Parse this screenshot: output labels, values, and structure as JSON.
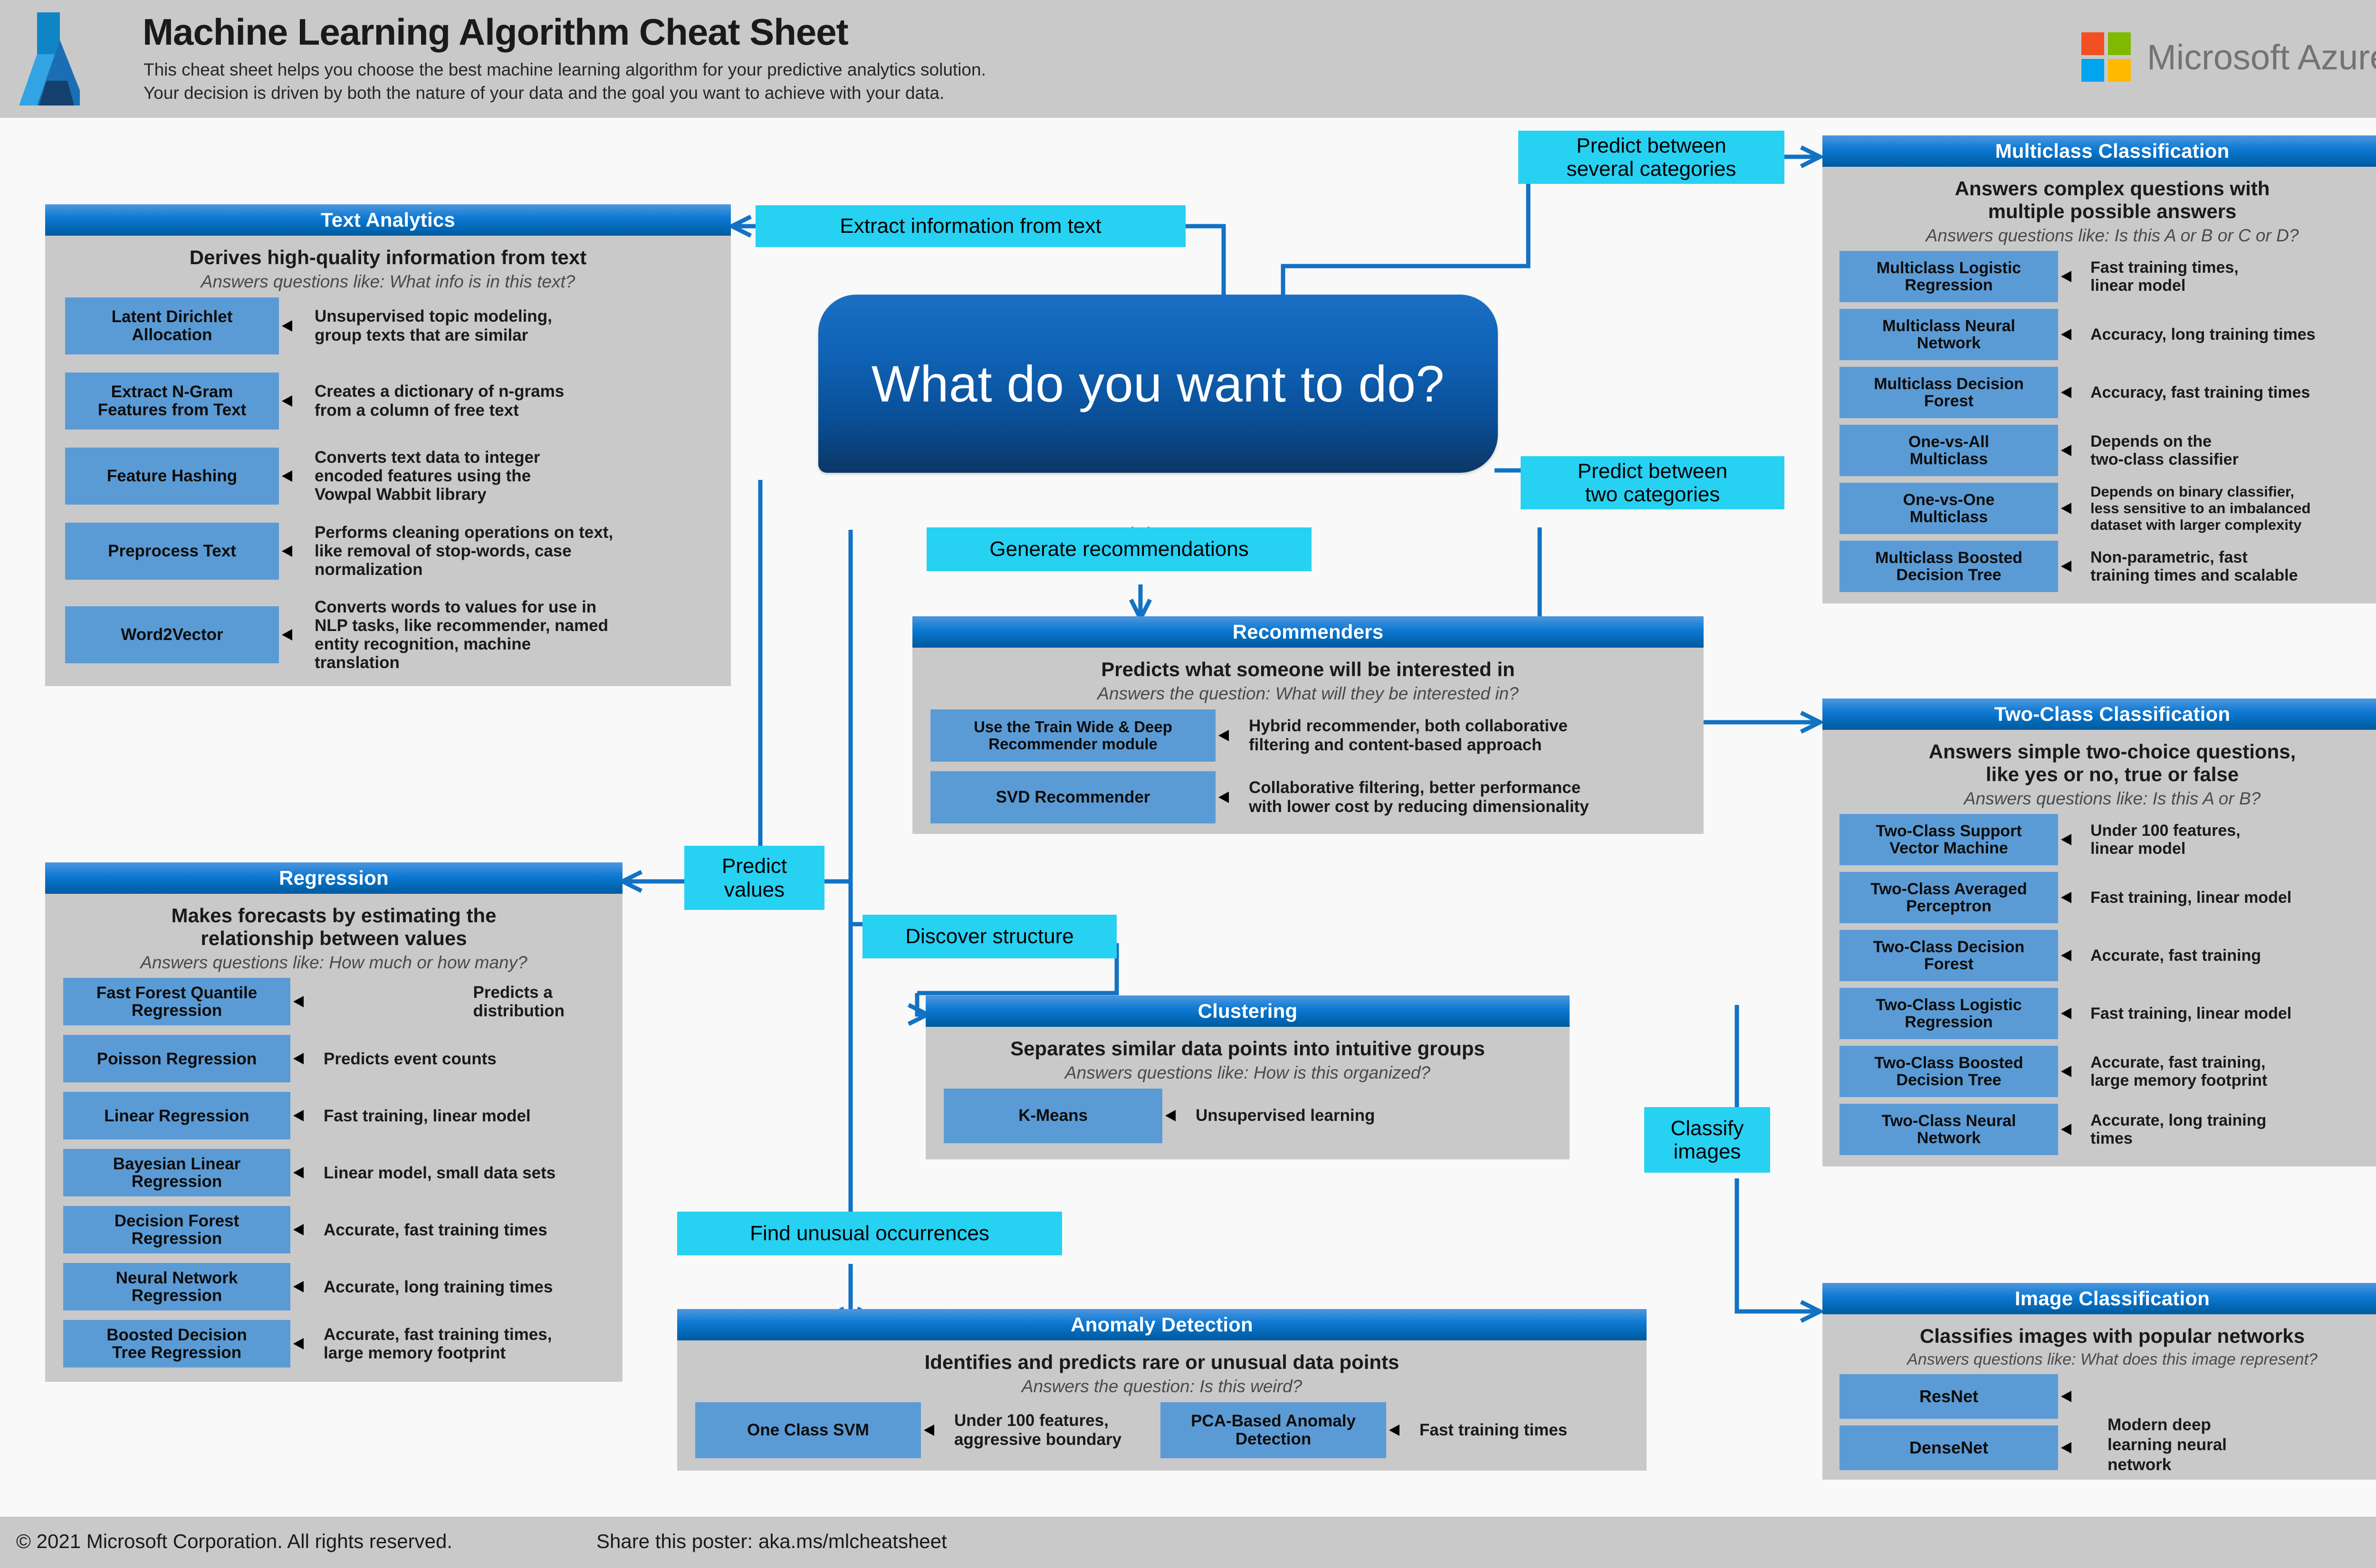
{
  "header": {
    "title": "Machine Learning Algorithm Cheat Sheet",
    "subtitle_line1": "This cheat sheet helps you choose the best machine learning algorithm for your predictive analytics solution.",
    "subtitle_line2": "Your decision is driven by both the nature of your data and the goal you want to achieve with your data.",
    "brand": "Microsoft Azure",
    "logo_icon": "azure-logo-icon",
    "brand_icon": "microsoft-squares-icon"
  },
  "footer": {
    "copyright": "© 2021 Microsoft Corporation. All rights reserved.",
    "share": "Share this poster: aka.ms/mlcheatsheet"
  },
  "central": {
    "question": "What do you want to do?"
  },
  "decisions": {
    "extract_text": "Extract information from text",
    "predict_several": "Predict between\nseveral categories",
    "predict_two": "Predict between\ntwo categories",
    "generate_recs": "Generate recommendations",
    "predict_values": "Predict\nvalues",
    "discover_structure": "Discover structure",
    "find_unusual": "Find unusual occurrences",
    "classify_images": "Classify\nimages"
  },
  "colors": {
    "panel_header_light": "#4f97dd",
    "panel_header_dark": "#005a9e",
    "panel_body": "#c9c9c9",
    "algorithm_box": "#5b9bd5",
    "decision_label": "#27d1f2",
    "connector": "#1272c4",
    "page_background": "#f9f9f9",
    "ms_red": "#f25022",
    "ms_green": "#7fba00",
    "ms_blue": "#00a4ef",
    "ms_yellow": "#ffb900"
  },
  "panels": {
    "text_analytics": {
      "title": "Text Analytics",
      "description": "Derives high-quality information from text",
      "question": "Answers questions like: What info is in this text?",
      "algorithms": [
        {
          "name": "Latent Dirichlet\nAllocation",
          "note": "Unsupervised topic modeling,\ngroup texts that are similar"
        },
        {
          "name": "Extract N-Gram\nFeatures from Text",
          "note": "Creates a dictionary of n-grams\nfrom a column of free text"
        },
        {
          "name": "Feature Hashing",
          "note": "Converts text data to integer\nencoded features using the\nVowpal Wabbit library"
        },
        {
          "name": "Preprocess Text",
          "note": "Performs cleaning operations on text,\nlike removal of stop-words, case\nnormalization"
        },
        {
          "name": "Word2Vector",
          "note": "Converts words to values for use in\nNLP tasks, like recommender, named\nentity recognition, machine\ntranslation"
        }
      ]
    },
    "multiclass_classification": {
      "title": "Multiclass Classification",
      "description": "Answers complex questions with\nmultiple possible answers",
      "question": "Answers questions like: Is this A or B or C or D?",
      "algorithms": [
        {
          "name": "Multiclass Logistic\nRegression",
          "note": "Fast training times,\nlinear model"
        },
        {
          "name": "Multiclass Neural\nNetwork",
          "note": "Accuracy, long training times"
        },
        {
          "name": "Multiclass Decision\nForest",
          "note": "Accuracy, fast training times"
        },
        {
          "name": "One-vs-All\nMulticlass",
          "note": "Depends on the\ntwo-class classifier"
        },
        {
          "name": "One-vs-One\nMulticlass",
          "note": "Depends on binary classifier,\nless sensitive to an imbalanced\ndataset with larger complexity"
        },
        {
          "name": "Multiclass Boosted\nDecision Tree",
          "note": "Non-parametric, fast\ntraining times and scalable"
        }
      ]
    },
    "two_class_classification": {
      "title": "Two-Class Classification",
      "description": "Answers simple two-choice questions,\nlike yes or no, true or false",
      "question": "Answers questions like: Is this A or B?",
      "algorithms": [
        {
          "name": "Two-Class Support\nVector Machine",
          "note": "Under 100 features,\nlinear model"
        },
        {
          "name": "Two-Class Averaged\nPerceptron",
          "note": "Fast training, linear model"
        },
        {
          "name": "Two-Class Decision\nForest",
          "note": "Accurate, fast training"
        },
        {
          "name": "Two-Class Logistic\nRegression",
          "note": "Fast training, linear model"
        },
        {
          "name": "Two-Class Boosted\nDecision Tree",
          "note": "Accurate, fast training,\nlarge memory footprint"
        },
        {
          "name": "Two-Class Neural\nNetwork",
          "note": "Accurate, long training\ntimes"
        }
      ]
    },
    "image_classification": {
      "title": "Image Classification",
      "description": "Classifies images with popular networks",
      "question": "Answers questions like: What does this image represent?",
      "algorithms": [
        {
          "name": "ResNet",
          "note": "Modern deep\nlearning neural\nnetwork"
        },
        {
          "name": "DenseNet",
          "note": ""
        }
      ]
    },
    "regression": {
      "title": "Regression",
      "description": "Makes forecasts by estimating the\nrelationship between values",
      "question": "Answers questions like: How much or how many?",
      "algorithms": [
        {
          "name": "Fast Forest Quantile\nRegression",
          "note": "Predicts a distribution"
        },
        {
          "name": "Poisson Regression",
          "note": "Predicts event counts"
        },
        {
          "name": "Linear Regression",
          "note": "Fast training, linear model"
        },
        {
          "name": "Bayesian Linear\nRegression",
          "note": "Linear model, small data sets"
        },
        {
          "name": "Decision Forest\nRegression",
          "note": "Accurate, fast training times"
        },
        {
          "name": "Neural Network\nRegression",
          "note": "Accurate, long training times"
        },
        {
          "name": "Boosted Decision\nTree Regression",
          "note": "Accurate, fast training times,\nlarge memory footprint"
        }
      ]
    },
    "recommenders": {
      "title": "Recommenders",
      "description": "Predicts what someone will be interested in",
      "question": "Answers the question: What will they be interested in?",
      "algorithms": [
        {
          "name": "Use the Train Wide & Deep\nRecommender module",
          "note": "Hybrid recommender, both collaborative\nfiltering and content-based approach"
        },
        {
          "name": "SVD Recommender",
          "note": "Collaborative filtering, better performance\nwith lower cost by reducing dimensionality"
        }
      ]
    },
    "clustering": {
      "title": "Clustering",
      "description": "Separates similar data points into intuitive groups",
      "question": "Answers questions like: How is this organized?",
      "algorithms": [
        {
          "name": "K-Means",
          "note": "Unsupervised learning"
        }
      ]
    },
    "anomaly_detection": {
      "title": "Anomaly Detection",
      "description": "Identifies and predicts rare or unusual data points",
      "question": "Answers the question: Is this weird?",
      "algorithms": [
        {
          "name": "One Class SVM",
          "note": "Under 100 features,\naggressive boundary"
        },
        {
          "name": "PCA-Based Anomaly\nDetection",
          "note": "Fast training times"
        }
      ]
    }
  }
}
